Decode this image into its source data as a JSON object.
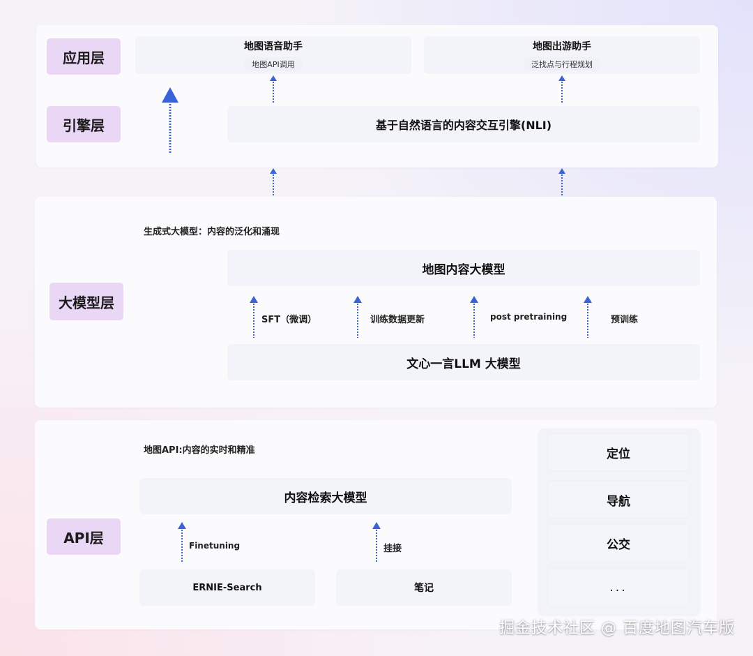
{
  "layers": {
    "app": {
      "tag": "应用层",
      "voice_title": "地图语音助手",
      "voice_sub": "地图API调用",
      "travel_title": "地图出游助手",
      "travel_sub": "泛找点与行程规划"
    },
    "engine": {
      "tag": "引擎层",
      "nli": "基于自然语言的内容交互引擎(NLI)"
    },
    "model": {
      "tag": "大模型层",
      "caption": "生成式大模型：内容的泛化和涌现",
      "top_box": "地图内容大模型",
      "bottom_box": "文心一言LLM 大模型",
      "steps": [
        "SFT（微调）",
        "训练数据更新",
        "post pretraining",
        "预训练"
      ]
    },
    "api": {
      "tag": "API层",
      "caption": "地图API:内容的实时和精准",
      "search_box": "内容检索大模型",
      "finetune_label": "Finetuning",
      "mount_label": "挂接",
      "ernie_box": "ERNIE-Search",
      "notes_box": "笔记",
      "side_items": [
        "定位",
        "导航",
        "公交",
        "..."
      ]
    }
  },
  "watermark": "掘金技术社区 @ 百度地图汽车版",
  "colors": {
    "arrow": "#3a63d8",
    "tag": "#ead7f6"
  }
}
